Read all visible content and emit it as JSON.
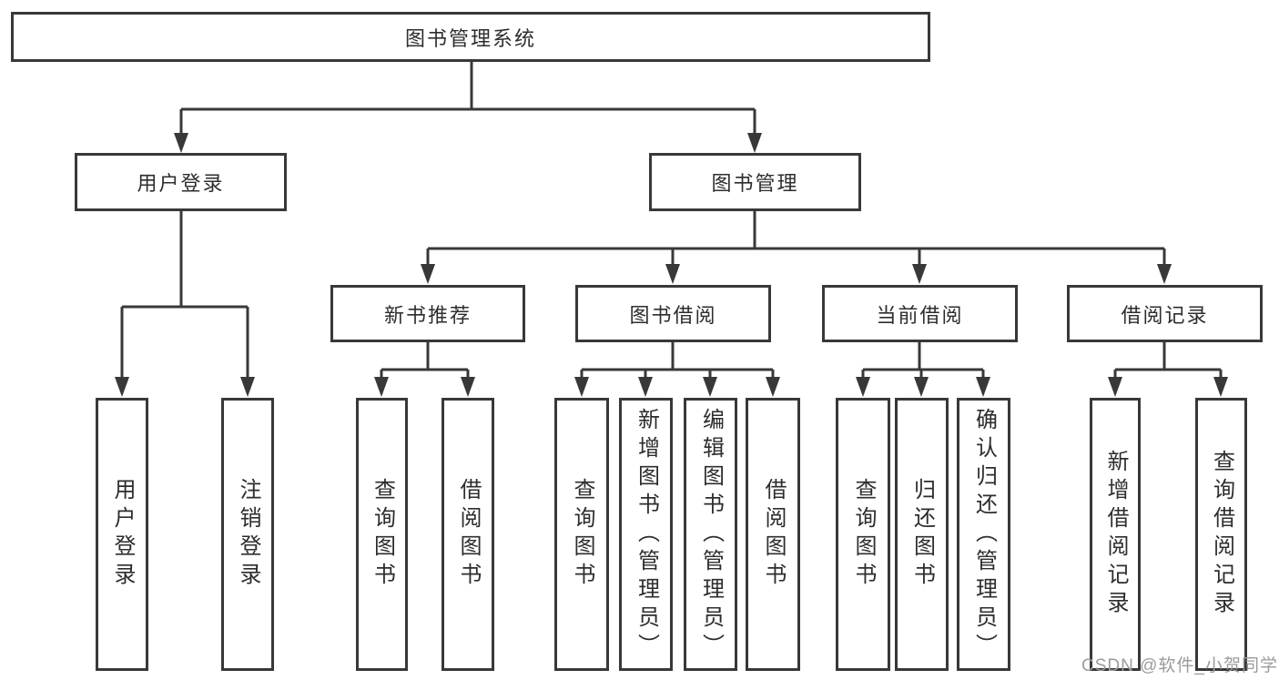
{
  "diagram": {
    "tree": {
      "label": "图书管理系统",
      "children": [
        {
          "label": "用户登录",
          "children": [
            {
              "label": "用户登录"
            },
            {
              "label": "注销登录"
            }
          ]
        },
        {
          "label": "图书管理",
          "children": [
            {
              "label": "新书推荐",
              "children": [
                {
                  "label": "查询图书"
                },
                {
                  "label": "借阅图书"
                }
              ]
            },
            {
              "label": "图书借阅",
              "children": [
                {
                  "label": "查询图书"
                },
                {
                  "label": "新增图书（管理员）"
                },
                {
                  "label": "编辑图书（管理员）"
                },
                {
                  "label": "借阅图书"
                }
              ]
            },
            {
              "label": "当前借阅",
              "children": [
                {
                  "label": "查询图书"
                },
                {
                  "label": "归还图书"
                },
                {
                  "label": "确认归还（管理员）"
                }
              ]
            },
            {
              "label": "借阅记录",
              "children": [
                {
                  "label": "新增借阅记录"
                },
                {
                  "label": "查询借阅记录"
                }
              ]
            }
          ]
        }
      ]
    },
    "watermark": "CSDN @软件_小贺同学",
    "colors": {
      "line": "#383838",
      "text": "#2d2d2d",
      "watermark": "#9b9b9b",
      "background": "#ffffff"
    }
  }
}
